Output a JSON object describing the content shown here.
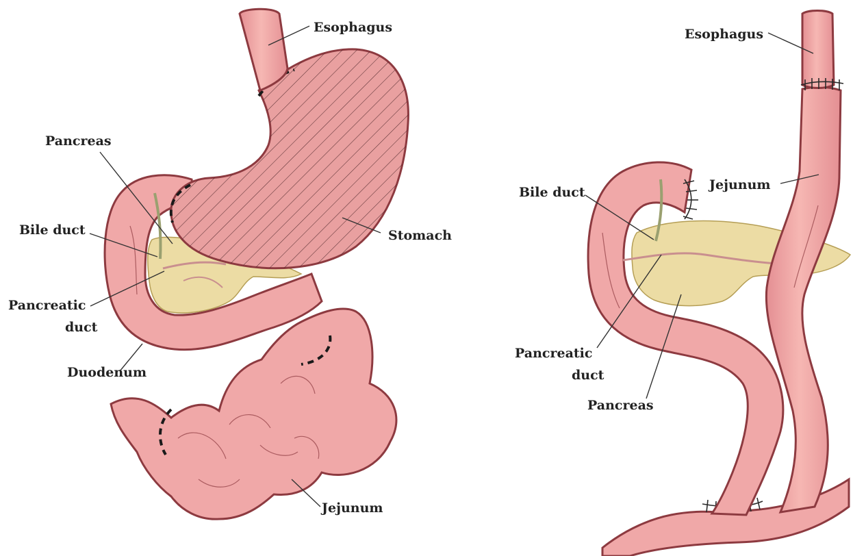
{
  "colors": {
    "intestine": "#f0a8a8",
    "intestine_dark": "#e28e8e",
    "outline": "#8d3a40",
    "pancreas": "#ecdca4",
    "pancreas_outline": "#b59e55",
    "hatch": "#4a2428",
    "stomach": "#e9a0a0"
  },
  "left_panel": {
    "labels": {
      "esophagus": "Esophagus",
      "pancreas": "Pancreas",
      "bile_duct": "Bile duct",
      "stomach": "Stomach",
      "pancreatic_duct_line1": "Pancreatic",
      "pancreatic_duct_line2": "duct",
      "duodenum": "Duodenum",
      "jejunum": "Jejunum"
    }
  },
  "right_panel": {
    "labels": {
      "esophagus": "Esophagus",
      "jejunum": "Jejunum",
      "bile_duct": "Bile duct",
      "pancreatic_duct_line1": "Pancreatic",
      "pancreatic_duct_line2": "duct",
      "pancreas": "Pancreas"
    }
  }
}
